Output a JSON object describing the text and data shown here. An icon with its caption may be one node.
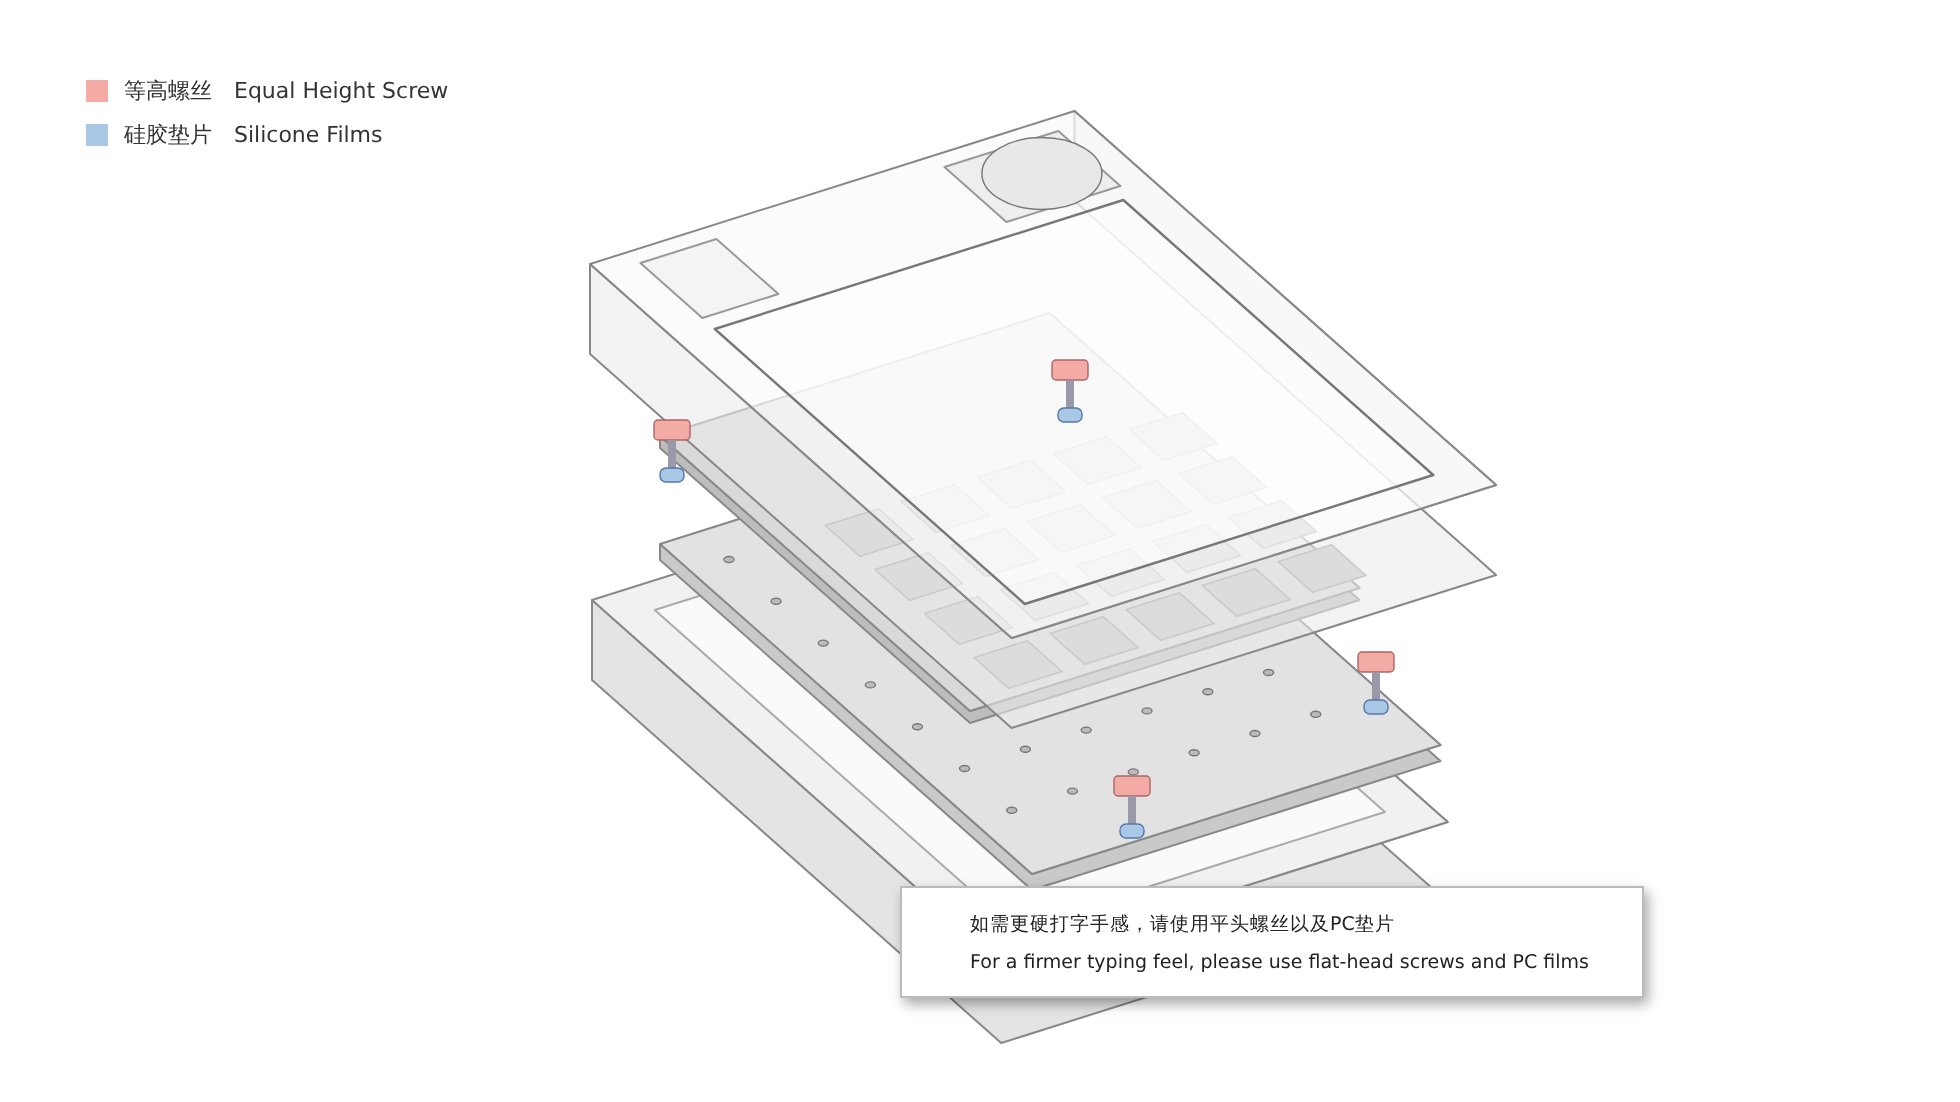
{
  "diagram": {
    "nodes": [
      {
        "text": [
          "如需更硬打字手感，请使用平头螺丝以及PC垫片",
          "For a firmer typing feel, please use flat-head screws and PC films"
        ]
      }
    ],
    "legend": [
      {
        "text": "等高螺丝　Equal Height Screw",
        "color": "#f4aba5"
      },
      {
        "text": "硅胶垫片　Silicone Films",
        "color": "#a9c8e6"
      }
    ]
  }
}
